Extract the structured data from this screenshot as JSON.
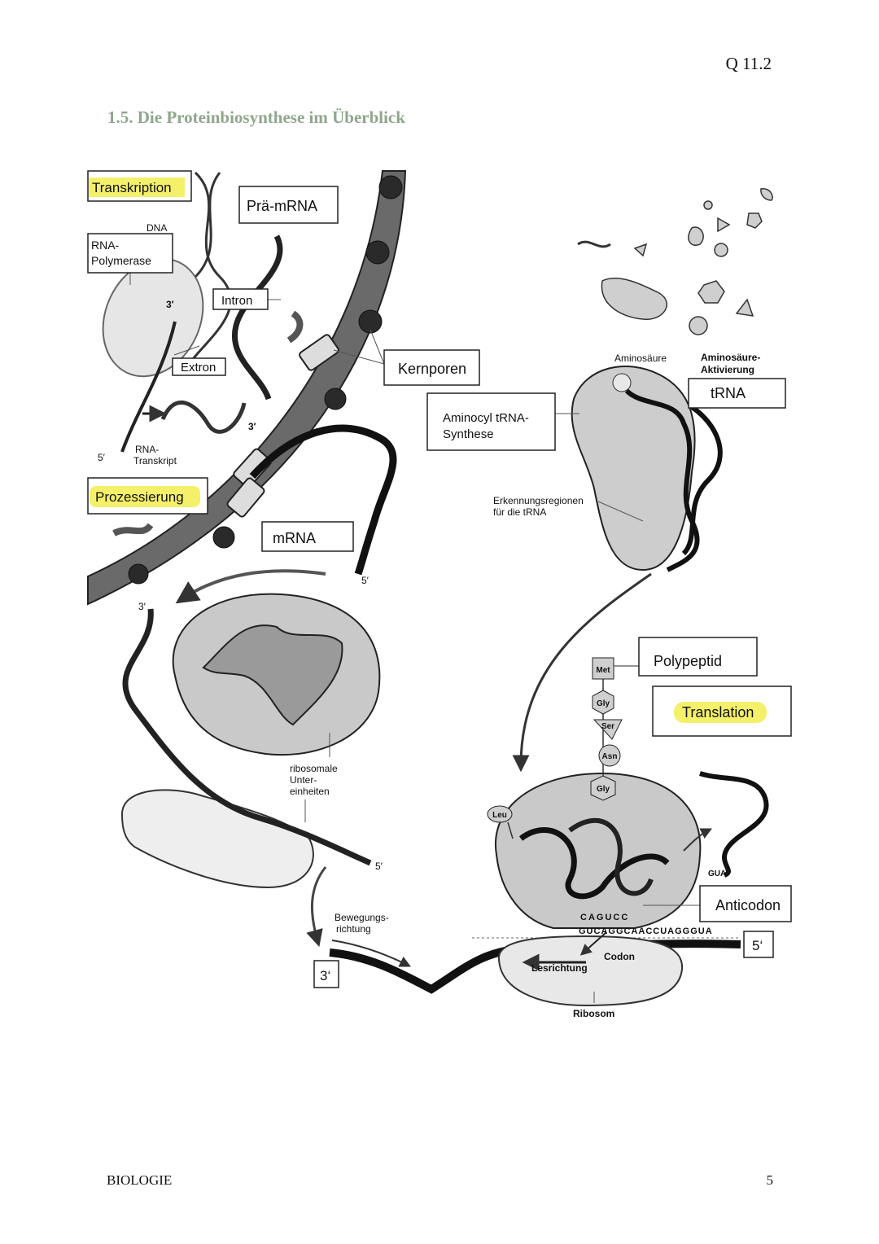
{
  "header": {
    "code": "Q 11.2"
  },
  "title": "1.5. Die Proteinbiosynthese im Überblick",
  "footer": {
    "subject": "BIOLOGIE",
    "page": "5"
  },
  "colors": {
    "title": "#8fa68c",
    "highlight": "#f4f06a",
    "panel": "#cfcfcf",
    "strand": "#1a1a1a"
  },
  "labels": {
    "transkription": "Transkription",
    "dna": "DNA",
    "rna_polymerase_1": "RNA-",
    "rna_polymerase_2": "Polymerase",
    "prae_mrna": "Prä-mRNA",
    "intron": "Intron",
    "extron": "Extron",
    "three_prime_a": "3′",
    "three_prime_b": "3′",
    "five_prime_a": "5′",
    "rna_transkript_1": "RNA-",
    "rna_transkript_2": "Transkript",
    "kernporen": "Kernporen",
    "prozessierung": "Prozessierung",
    "mrna": "mRNA",
    "five_prime_b": "5′",
    "three_prime_c": "3′",
    "ribosomale_1": "ribosomale",
    "ribosomale_2": "Unter-",
    "ribosomale_3": "einheiten",
    "five_prime_c": "5′",
    "bewegung_1": "Bewegungs-",
    "bewegung_2": "richtung",
    "three_prime_box": "3‘",
    "aminosaeure": "Aminosäure",
    "aminosaeure_aktivierung_1": "Aminosäure-",
    "aminosaeure_aktivierung_2": "Aktivierung",
    "trna": "tRNA",
    "aminocyl_1": "Aminocyl tRNA-",
    "aminocyl_2": "Synthese",
    "erkennung_1": "Erkennungsregionen",
    "erkennung_2": "für die tRNA",
    "polypeptid": "Polypeptid",
    "translation": "Translation",
    "anticodon": "Anticodon",
    "five_prime_box": "5‘",
    "codon": "Codon",
    "lesrichtung": "Lesrichtung",
    "ribosom": "Ribosom",
    "met": "Met",
    "gly1": "Gly",
    "ser": "Ser",
    "asn": "Asn",
    "gly2": "Gly",
    "leu": "Leu",
    "anticodon_seq": "CAGUCC",
    "codon_seq": "GUCAGGCAACCUAGGGUA",
    "trna_out_seq": "GUA"
  }
}
